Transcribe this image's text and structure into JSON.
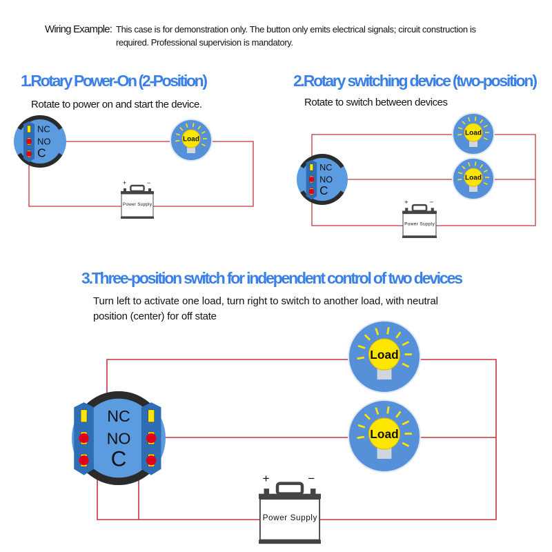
{
  "header": {
    "label": "Wiring Example:",
    "note_line1": "This case is for demonstration only. The button only emits electrical signals; circuit construction is",
    "note_line2": "required. Professional supervision is mandatory."
  },
  "sections": [
    {
      "title": "1.Rotary Power-On (2-Position)",
      "subtitle": "Rotate to power on and start the device."
    },
    {
      "title": "2.Rotary switching device (two-position)",
      "subtitle": "Rotate to switch between devices"
    },
    {
      "title": "3.Three-position switch for independent control of two devices",
      "subtitle_line1": "Turn left to activate one load, turn right to switch to another load, with neutral",
      "subtitle_line2": "position (center) for off state"
    }
  ],
  "labels": {
    "nc": "NC",
    "no": "NO",
    "c": "C",
    "load": "Load",
    "power_supply": "Power Supply",
    "plus": "+",
    "minus": "−"
  },
  "colors": {
    "accent": "#3a80e6",
    "wire": "#c8323c",
    "switch_blue": "#5b9be0",
    "load_yellow": "#ffe600",
    "terminal_red": "#e0001a"
  }
}
